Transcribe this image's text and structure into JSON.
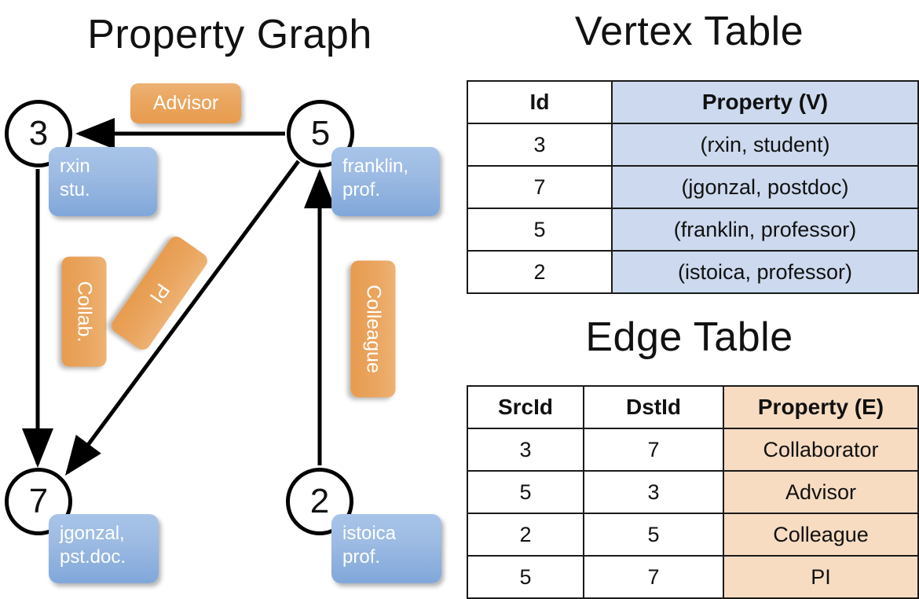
{
  "titles": {
    "property_graph": "Property Graph",
    "vertex_table": "Vertex Table",
    "edge_table": "Edge Table"
  },
  "graph": {
    "vertices": [
      {
        "id": "3",
        "property_label": "rxin\nstu."
      },
      {
        "id": "5",
        "property_label": "franklin,\nprof."
      },
      {
        "id": "7",
        "property_label": "jgonzal,\npst.doc."
      },
      {
        "id": "2",
        "property_label": "istoica\nprof."
      }
    ],
    "edge_labels": [
      {
        "name": "advisor",
        "text": "Advisor"
      },
      {
        "name": "collab",
        "text": "Collab."
      },
      {
        "name": "pi",
        "text": "PI"
      },
      {
        "name": "colleague",
        "text": "Colleague"
      }
    ]
  },
  "vertex_table": {
    "headers": [
      "Id",
      "Property (V)"
    ],
    "rows": [
      {
        "id": "3",
        "property": "(rxin, student)"
      },
      {
        "id": "7",
        "property": "(jgonzal, postdoc)"
      },
      {
        "id": "5",
        "property": "(franklin, professor)"
      },
      {
        "id": "2",
        "property": "(istoica, professor)"
      }
    ]
  },
  "edge_table": {
    "headers": [
      "SrcId",
      "DstId",
      "Property (E)"
    ],
    "rows": [
      {
        "src": "3",
        "dst": "7",
        "property": "Collaborator"
      },
      {
        "src": "5",
        "dst": "3",
        "property": "Advisor"
      },
      {
        "src": "2",
        "dst": "5",
        "property": "Colleague"
      },
      {
        "src": "5",
        "dst": "7",
        "property": "PI"
      }
    ]
  },
  "colors": {
    "vertex_property_fill": "#ccd9ee",
    "edge_property_fill": "#f7dcc2",
    "node_box_blue": "#9dbbe3",
    "edge_box_orange": "#eaa55f",
    "stroke": "#000000"
  }
}
